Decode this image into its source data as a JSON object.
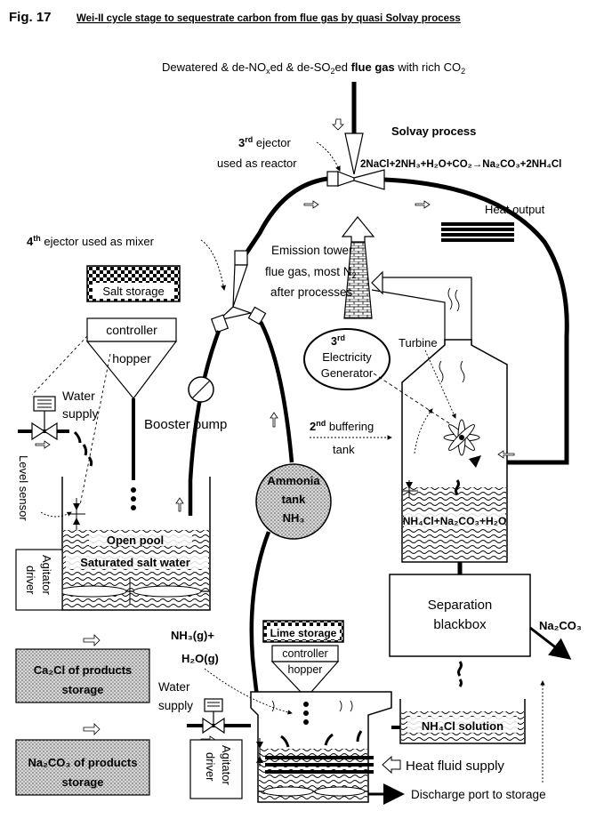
{
  "figure": {
    "number": "Fig. 17",
    "caption": "Wei-II cycle stage to sequestrate carbon from flue gas by quasi Solvay process"
  },
  "inlet": {
    "prefix": "Dewatered & de-NO",
    "nox_sub": "x",
    "mid": "ed & de-SO",
    "so2_sub": "2",
    "mid2": "ed ",
    "bold": "flue gas",
    "suffix": " with rich CO",
    "co2_sub": "2"
  },
  "solvay": {
    "title": "Solvay process",
    "equation": "2NaCl+2NH₃+H₂O+CO₂→Na₂CO₃+2NH₄Cl"
  },
  "ejector3": {
    "num": "3",
    "sup": "rd",
    "line1": " ejector",
    "line2": "used as reactor"
  },
  "ejector4": {
    "num": "4",
    "sup": "th",
    "text": " ejector used as mixer"
  },
  "heat_output": "Heat output",
  "emission_tower": {
    "line1": "Emission tower",
    "line2": "flue gas, most N",
    "line2_sub": "2",
    "line3": "after processes"
  },
  "salt_storage": "Salt storage",
  "controller": "controller",
  "hopper": "hopper",
  "water_supply": {
    "line1": "Water",
    "line2": "supply"
  },
  "booster_pump": "Booster pump",
  "generator": {
    "num": "3",
    "sup": "rd",
    "line1": "Electricity",
    "line2": "Generator"
  },
  "turbine": "Turbine",
  "buffering_tank": {
    "num": "2",
    "sup": "nd",
    "line1": " buffering",
    "line2": "tank"
  },
  "level_sensor": "Level sensor",
  "ammonia_tank": {
    "line1": "Ammonia",
    "line2": "tank",
    "line3": "NH₃"
  },
  "pool": {
    "line1": "Open pool",
    "line2": "Saturated salt water"
  },
  "agitator_driver": {
    "line1": "Agitator",
    "line2": "driver"
  },
  "tank_liquid": "NH₄Cl+Na₂CO₃+H₂O",
  "separation": {
    "line1": "Separation",
    "line2": "blackbox"
  },
  "na2co3_out": "Na₂CO₃",
  "nh3_gas": {
    "line1": "NH₃(g)+",
    "line2": "H₂O(g)"
  },
  "lime_storage": "Lime storage",
  "lime_controller": "controller",
  "lime_hopper": "hopper",
  "water_supply2": {
    "line1": "Water",
    "line2": "supply"
  },
  "nh4cl_solution": "NH₄Cl solution",
  "cacl_storage": {
    "line1": "Ca₂Cl of products",
    "line2": "storage"
  },
  "na2co3_storage": {
    "line1": "Na₂CO₃ of products",
    "line2": "storage"
  },
  "agitator_driver2": {
    "line1": "Agitator",
    "line2": "driver"
  },
  "heat_fluid": "Heat fluid supply",
  "discharge": "Discharge port to storage"
}
